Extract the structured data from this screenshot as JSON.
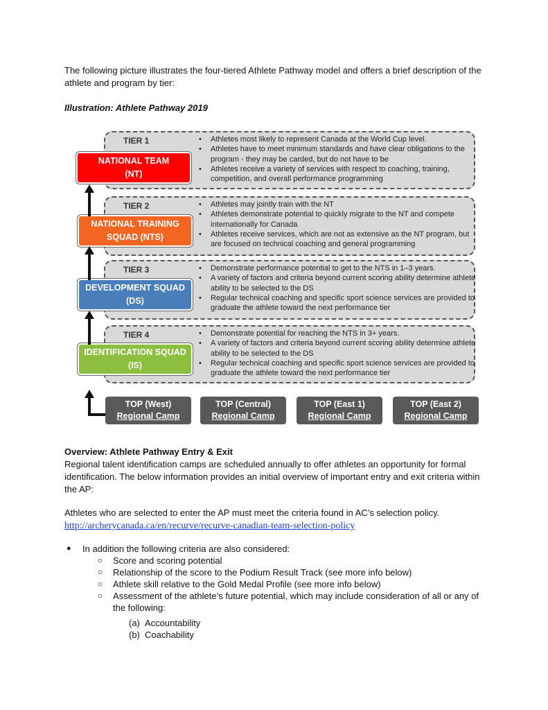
{
  "intro": "The following picture illustrates the four-tiered Athlete Pathway model and offers a brief description of the athlete and program by tier:",
  "illustration_caption": "Illustration: Athlete Pathway 2019",
  "diagram": {
    "tiers": [
      {
        "tier": "TIER 1",
        "squad_line1": "NATIONAL TEAM",
        "squad_line2": "(NT)",
        "color": "#ff0000",
        "bullets": [
          "Athletes most likely to represent Canada at the World Cup level.",
          "Athletes have to meet minimum standards and have clear obligations to the program - they may be carded, but do not have to be",
          "Athletes receive a variety of services with respect to coaching, training, competition, and overall performance programming"
        ]
      },
      {
        "tier": "TIER 2",
        "squad_line1": "NATIONAL TRAINING",
        "squad_line2": "SQUAD (NTS)",
        "color": "#f26522",
        "bullets": [
          "Athletes may jointly train with the NT",
          "Athletes demonstrate potential to quickly migrate to the NT and compete internationally for Canada",
          "Athletes receive services, which are not as extensive as the NT program, but are focused on technical coaching and general programming"
        ]
      },
      {
        "tier": "TIER 3",
        "squad_line1": "DEVELOPMENT SQUAD",
        "squad_line2": "(DS)",
        "color": "#4a7ebb",
        "bullets": [
          "Demonstrate performance potential  to get to the NTS in 1–3 years.",
          "A variety of factors and criteria beyond current scoring ability determine athlete ability to be selected to the DS",
          "Regular technical coaching and specific sport science services are provided to graduate the athlete toward the next performance tier"
        ]
      },
      {
        "tier": "TIER 4",
        "squad_line1": "IDENTIFICATION SQUAD",
        "squad_line2": "(IS)",
        "color": "#8cbf3f",
        "bullets": [
          "Demonstrate potential for reaching the NTS in 3+ years.",
          "A variety of factors and criteria beyond current scoring ability determine athlete ability to be selected to the DS",
          "Regular technical coaching and specific sport science services are provided to graduate the athlete toward the next performance tier"
        ]
      }
    ],
    "camps": [
      {
        "line1": "TOP (West)",
        "line2": "Regional Camp"
      },
      {
        "line1": "TOP (Central)",
        "line2": "Regional Camp"
      },
      {
        "line1": "TOP (East 1)",
        "line2": "Regional Camp"
      },
      {
        "line1": "TOP (East 2)",
        "line2": "Regional Camp"
      }
    ]
  },
  "overview_heading": "Overview: Athlete Pathway Entry & Exit",
  "overview_text": "Regional talent identification camps are scheduled annually to offer athletes an opportunity for formal identification. The below information provides an initial overview of important entry and exit criteria within the AP:",
  "selection_text": "Athletes who are selected to enter the AP must meet the criteria found in AC’s selection policy.",
  "selection_link": "http://archerycanada.ca/en/recurve/recurve-canadian-team-selection-policy",
  "criteria": {
    "intro": "In addition the following criteria are also considered:",
    "items": [
      "Score and scoring potential",
      "Relationship of the score to the Podium Result Track (see more info below)",
      "Athlete skill relative to the Gold Medal Profile (see more info below)",
      "Assessment of the athlete’s future potential, which may include consideration of all or any of the following:"
    ],
    "subitems": [
      {
        "marker": "(a)",
        "text": "Accountability"
      },
      {
        "marker": "(b)",
        "text": "Coachability"
      }
    ]
  }
}
